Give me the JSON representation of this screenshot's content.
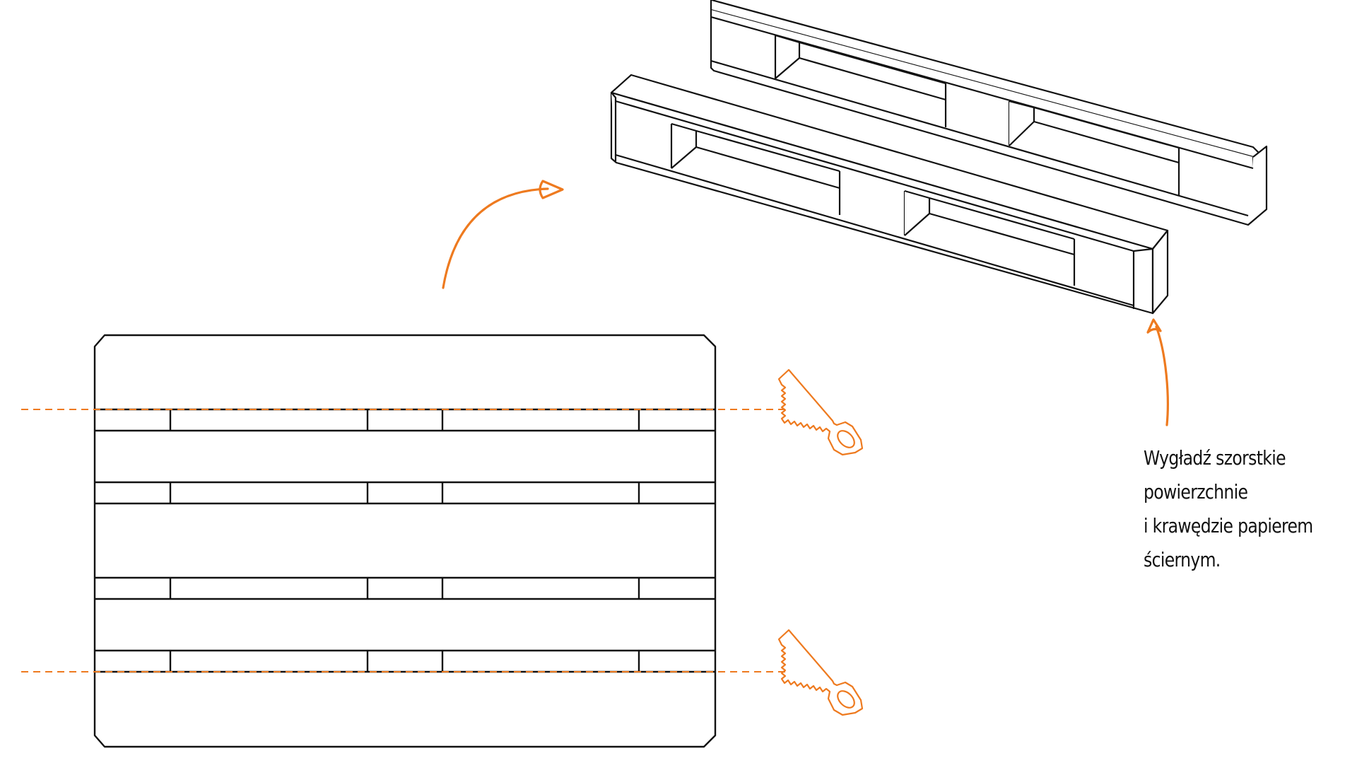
{
  "instruction": {
    "lines": [
      "Wygładź szorstkie",
      "powierzchnie",
      "i krawędzie papierem",
      "ściernym."
    ]
  },
  "colors": {
    "accent": "#EE7A1F",
    "line": "#111111",
    "background": "#FFFFFF"
  },
  "icons": {
    "saw": "hand-saw-icon",
    "arrow": "curved-arrow-icon"
  }
}
